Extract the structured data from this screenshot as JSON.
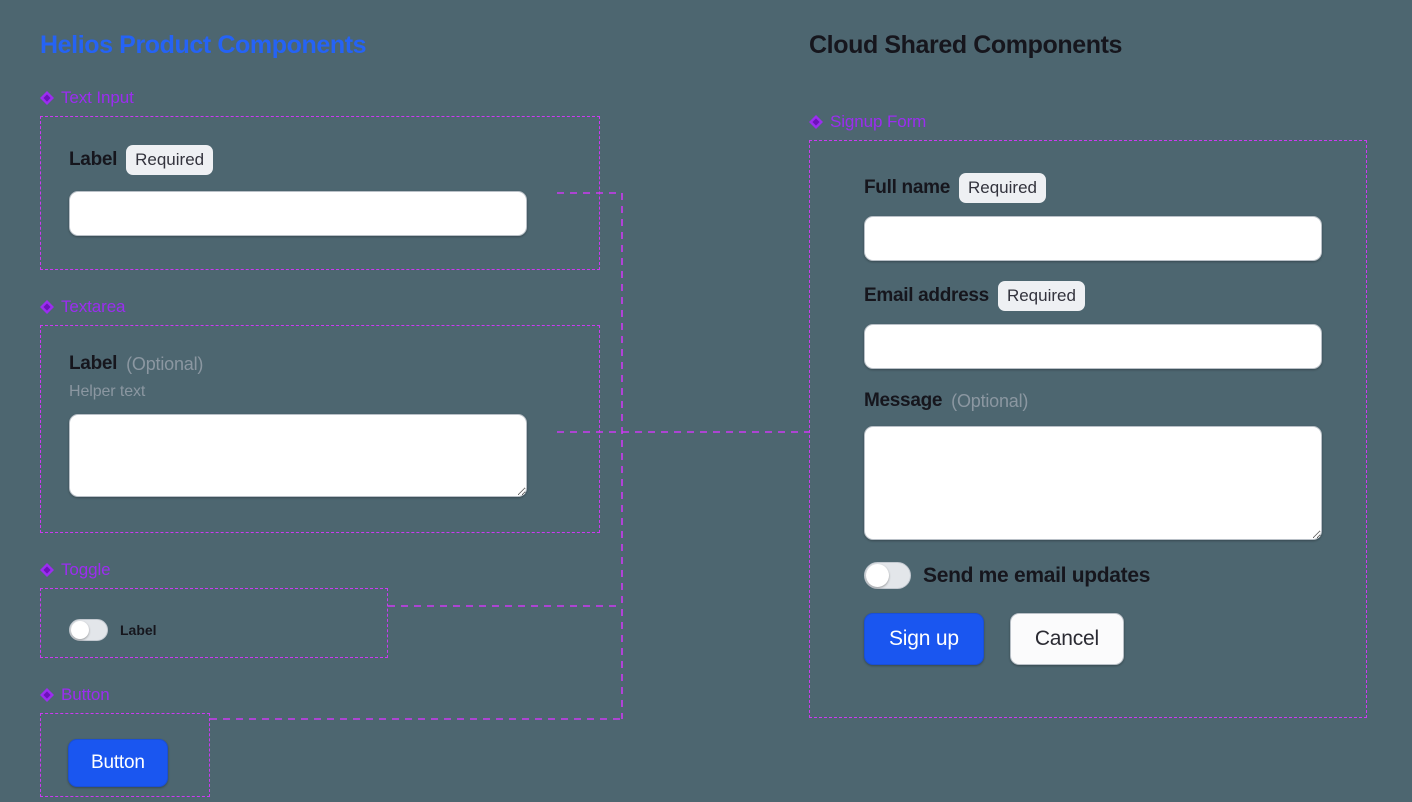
{
  "background_color": "#4d6670",
  "accent_colors": {
    "title_accent": "#2563f5",
    "section_label": "#9b2df0",
    "dashed_border": "#cc39f2",
    "primary_button": "#1a56f0",
    "badge_background": "#eef0f3",
    "muted_text": "#8b97a1"
  },
  "left_column": {
    "title": "Helios Product Components",
    "sections": [
      {
        "icon": "diamond-icon",
        "name": "Text Input",
        "field": {
          "label": "Label",
          "badge": "Required",
          "input_value": "",
          "input_placeholder": ""
        }
      },
      {
        "icon": "diamond-icon",
        "name": "Textarea",
        "field": {
          "label": "Label",
          "optional_tag": "(Optional)",
          "helper_text": "Helper text",
          "input_value": "",
          "input_placeholder": ""
        }
      },
      {
        "icon": "diamond-icon",
        "name": "Toggle",
        "field": {
          "label": "Label",
          "state": "off"
        }
      },
      {
        "icon": "diamond-icon",
        "name": "Button",
        "field": {
          "label": "Button"
        }
      }
    ]
  },
  "right_column": {
    "title": "Cloud Shared Components",
    "sections": [
      {
        "icon": "diamond-icon",
        "name": "Signup Form",
        "fields": {
          "full_name": {
            "label": "Full name",
            "badge": "Required",
            "value": "",
            "placeholder": ""
          },
          "email": {
            "label": "Email address",
            "badge": "Required",
            "value": "",
            "placeholder": ""
          },
          "message": {
            "label": "Message",
            "optional_tag": "(Optional)",
            "value": "",
            "placeholder": ""
          },
          "email_updates_toggle": {
            "label": "Send me email updates",
            "state": "off"
          }
        },
        "actions": {
          "submit_label": "Sign up",
          "cancel_label": "Cancel"
        }
      }
    ]
  }
}
